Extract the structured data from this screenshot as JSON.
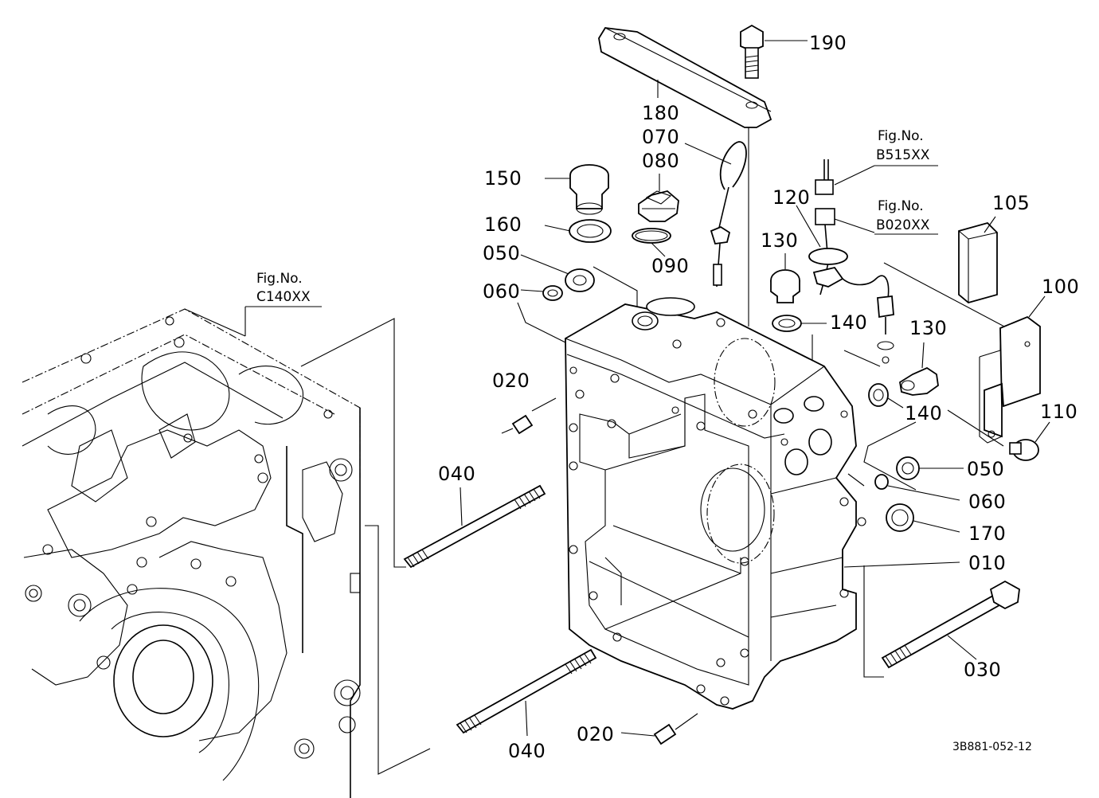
{
  "figure": {
    "drawing_code": "3B881-052-12",
    "references": [
      {
        "title": "Fig.No.",
        "code": "C140XX"
      },
      {
        "title": "Fig.No.",
        "code": "B515XX"
      },
      {
        "title": "Fig.No.",
        "code": "B020XX"
      }
    ],
    "callouts": [
      "190",
      "180",
      "070",
      "080",
      "150",
      "160",
      "090",
      "050",
      "060",
      "130",
      "140",
      "120",
      "105",
      "100",
      "130",
      "140",
      "020",
      "040",
      "110",
      "050",
      "060",
      "170",
      "010",
      "030",
      "040",
      "020"
    ]
  }
}
